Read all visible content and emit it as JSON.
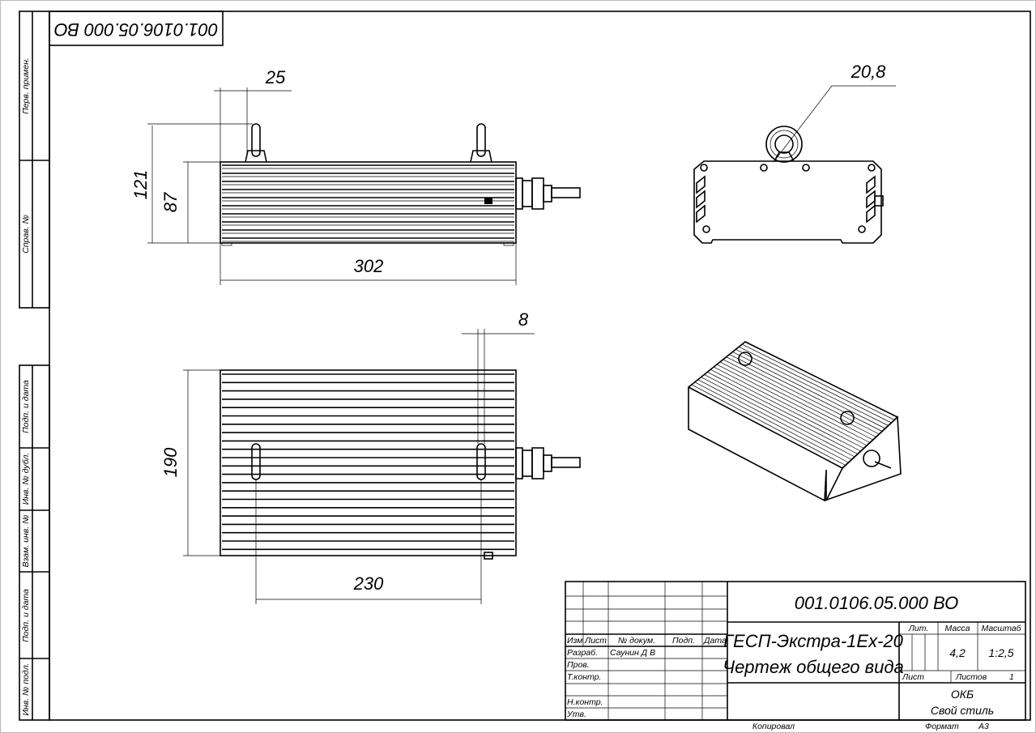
{
  "document": {
    "number": "001.0106.05.000 ВО",
    "number_rotated": "001.0106.05.000 ВО",
    "title_line1": "ГЕСП-Экстра-1Ex-20",
    "title_line2": "Чертеж общего вида"
  },
  "side_strip": {
    "perv_primen": "Перв. примен.",
    "sprav_no": "Справ. №",
    "podp_data_1": "Подп. и дата",
    "inv_dubl": "Инв. № дубл.",
    "vzam_inv": "Взам. инв. №",
    "podp_data_2": "Подп. и дата",
    "inv_podl": "Инв. № подл."
  },
  "title_block": {
    "headers": {
      "izm": "Изм",
      "list": "Лист",
      "doc_no": "№ докум.",
      "podp": "Подп.",
      "data": "Дата"
    },
    "roles": {
      "razrab": "Разраб.",
      "prov": "Пров.",
      "tkontr": "Т.контр.",
      "nkontr": "Н.контр.",
      "utv": "Утв."
    },
    "developer": "Саунин Д В",
    "lit_label": "Лит.",
    "mass_label": "Масса",
    "scale_label": "Масштаб",
    "mass": "4,2",
    "scale": "1:2,5",
    "sheet_label": "Лист",
    "sheets_label": "Листов",
    "sheets": "1",
    "org_line1": "ОКБ",
    "org_line2": "Свой стиль",
    "copied": "Копировал",
    "format_label": "Формат",
    "format": "А3"
  },
  "dimensions": {
    "eye_offset": "25",
    "total_height": "121",
    "body_height": "87",
    "length": "302",
    "eye_diameter": "20,8",
    "bolt_offset": "8",
    "width": "190",
    "eye_spacing": "230"
  }
}
